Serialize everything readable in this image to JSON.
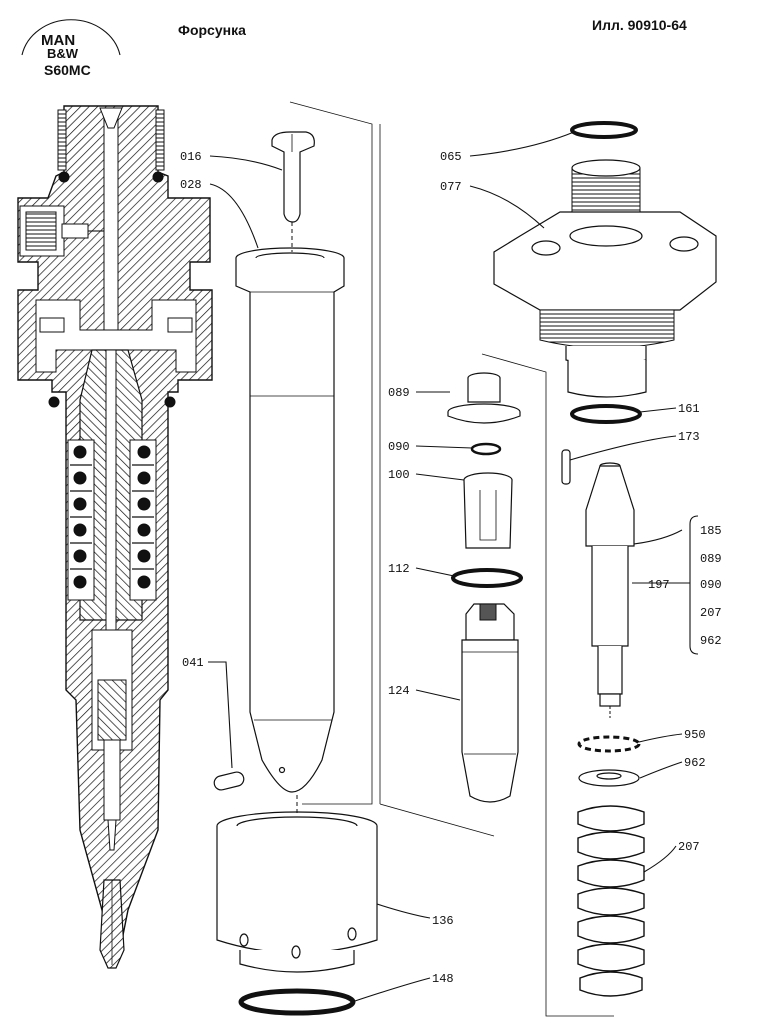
{
  "header": {
    "logo_line1": "MAN",
    "logo_line2": "B&W",
    "model": "S60MC",
    "title": "Форсунка",
    "illustration": "Илл. 90910-64"
  },
  "labels": {
    "p016": "016",
    "p028": "028",
    "p041": "041",
    "p136": "136",
    "p148": "148",
    "p089": "089",
    "p090": "090",
    "p100": "100",
    "p112": "112",
    "p124": "124",
    "p065": "065",
    "p077": "077",
    "p161": "161",
    "p173": "173",
    "p185": "185",
    "p197": "197",
    "g089": "089",
    "g090": "090",
    "g207": "207",
    "g962": "962",
    "p950": "950",
    "p962": "962",
    "p207": "207"
  }
}
